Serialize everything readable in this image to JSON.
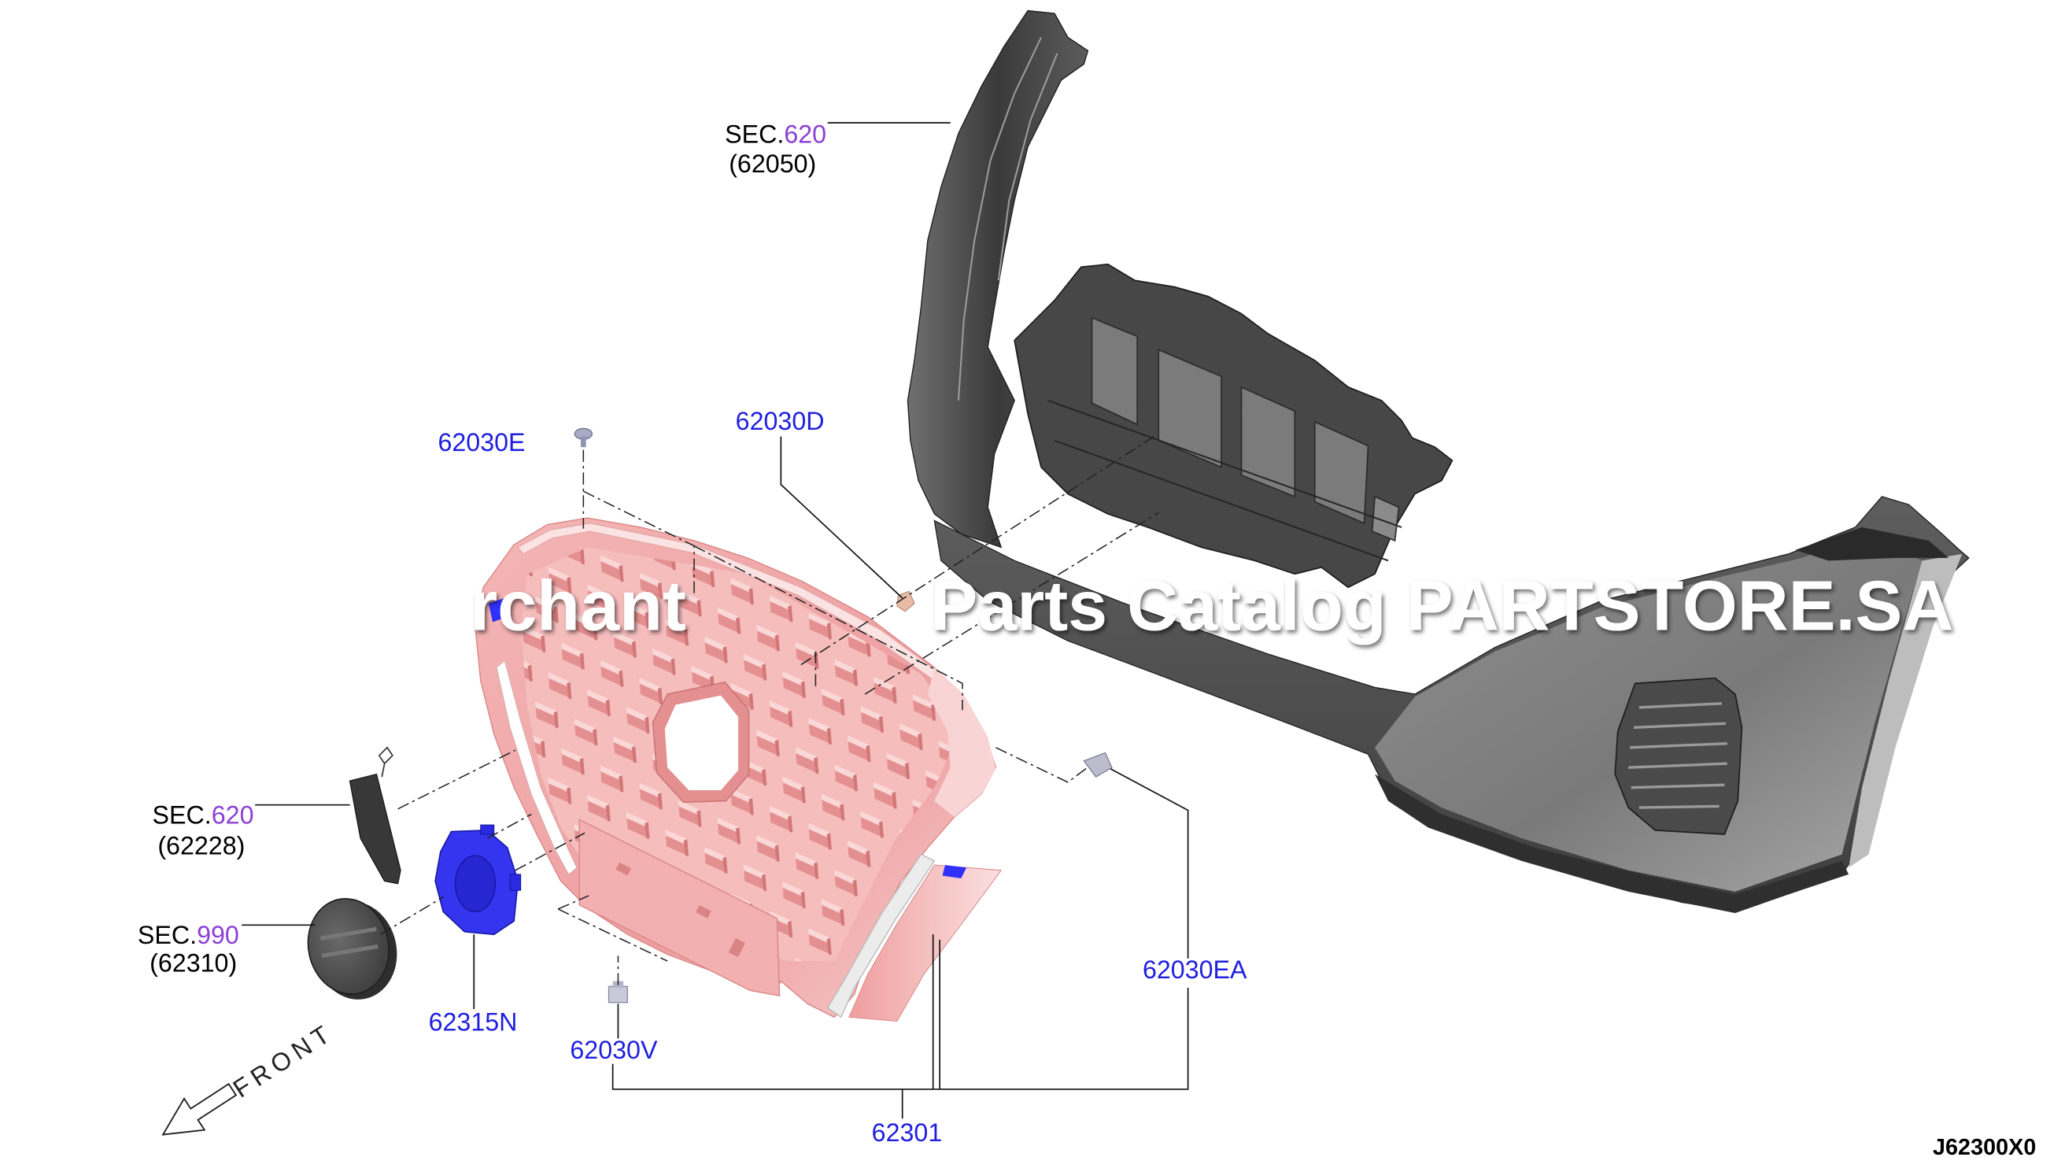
{
  "diagram": {
    "reference_code": "J62300X0",
    "front_label": "FRONT",
    "watermark": {
      "fragment_1": "rchant",
      "fragment_2": "Parts Catalog PARTSTORE.SA"
    },
    "sec_callouts": [
      {
        "prefix": "SEC.",
        "section": "620",
        "part": "(62050)"
      },
      {
        "prefix": "SEC.",
        "section": "620",
        "part": "(62228)"
      },
      {
        "prefix": "SEC.",
        "section": "990",
        "part": "(62310)"
      }
    ],
    "parts": [
      {
        "number": "62030E"
      },
      {
        "number": "62030D"
      },
      {
        "number": "62315N"
      },
      {
        "number": "62030V"
      },
      {
        "number": "62030EA"
      },
      {
        "number": "62301"
      }
    ]
  },
  "colors": {
    "part_number": "#1f1fe0",
    "section_number": "#8b3fd6",
    "label_text": "#000000",
    "background": "#ffffff",
    "grille": "#f2a8a8",
    "emblem_base": "#3535ef",
    "bumper": "#4a4a4a"
  }
}
